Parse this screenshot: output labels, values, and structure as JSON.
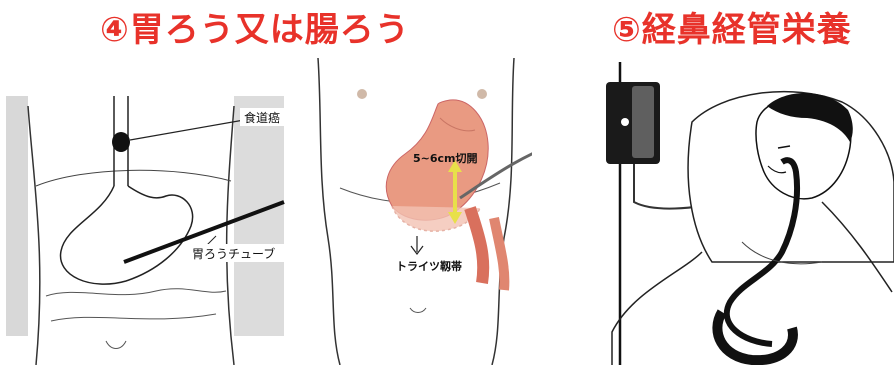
{
  "titles": {
    "gastrostomy": "④胃ろう又は腸ろう",
    "nasogastric": "⑤経鼻経管栄養"
  },
  "gastrostomy_panel": {
    "label_cancer": "食道癌",
    "label_tube": "胃ろうチューブ"
  },
  "anatomy_panel": {
    "label_cut": "5~6cm切開",
    "label_ligament": "トライツ靱帯"
  },
  "colors": {
    "title": "#e8322a",
    "stomach": "#e99a82",
    "stomach_inner": "#f3c3b3",
    "arrow": "#e8e04a",
    "line": "#222222"
  }
}
